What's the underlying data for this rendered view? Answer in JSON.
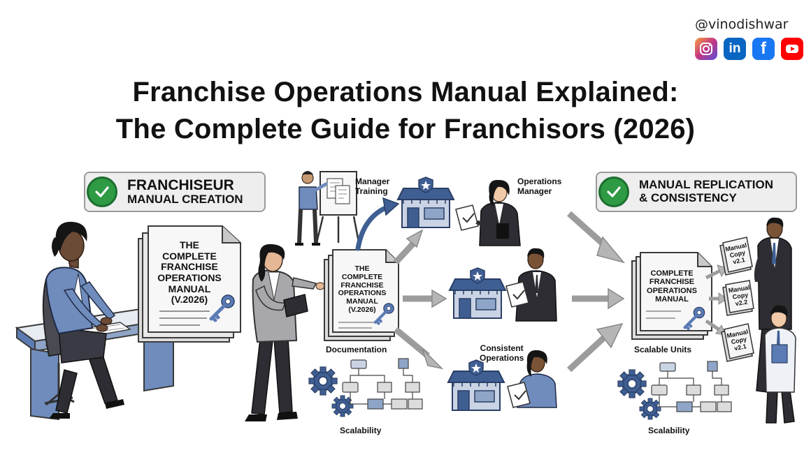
{
  "handle": "@vinodishwar",
  "social": {
    "instagram": "instagram-icon",
    "linkedin": "in",
    "facebook": "f",
    "youtube": "youtube-icon"
  },
  "title": {
    "line1": "Franchise Operations Manual Explained:",
    "line2": "The Complete Guide for Franchisors (2026)"
  },
  "banners": {
    "left": {
      "line1": "FRANCHISEUR",
      "line2": "MANUAL CREATION"
    },
    "right": {
      "line1": "MANUAL REPLICATION",
      "line2": "& CONSISTENCY"
    }
  },
  "left_doc": [
    "THE",
    "COMPLETE",
    "FRANCHISE",
    "OPERATIONS",
    "MANUAL",
    "(V.2026)"
  ],
  "center_doc": [
    "THE",
    "COMPLETE",
    "FRANCHISE",
    "OPERATIONS",
    "MANUAL",
    "(V.2026)"
  ],
  "right_doc": [
    "COMPLETE",
    "FRANCHISE",
    "OPERATIONS",
    "MANUAL"
  ],
  "labels": {
    "manager_training": [
      "Manager",
      "Training"
    ],
    "operations_manager": [
      "Operations",
      "Manager"
    ],
    "documentation": "Documentation",
    "consistent_operations": [
      "Consistent",
      "Operations"
    ],
    "scalability_center": "Scalability",
    "scalable_units": "Scalable Units",
    "scalability_right": "Scalability"
  },
  "copies": [
    [
      "Manual",
      "Copy",
      "v2.1"
    ],
    [
      "Manual",
      "Copy",
      "v2.2"
    ],
    [
      "Manual",
      "Copy",
      "v2.1"
    ]
  ],
  "colors": {
    "check_green": "#2e9a44",
    "shop_blue": "#3f5f93",
    "arrow_gray": "#b5b5b5",
    "suit_dark": "#2d2d33",
    "instagram": "#c13584",
    "linkedin": "#0a66c2",
    "facebook": "#1877f2",
    "youtube": "#ff0000"
  }
}
